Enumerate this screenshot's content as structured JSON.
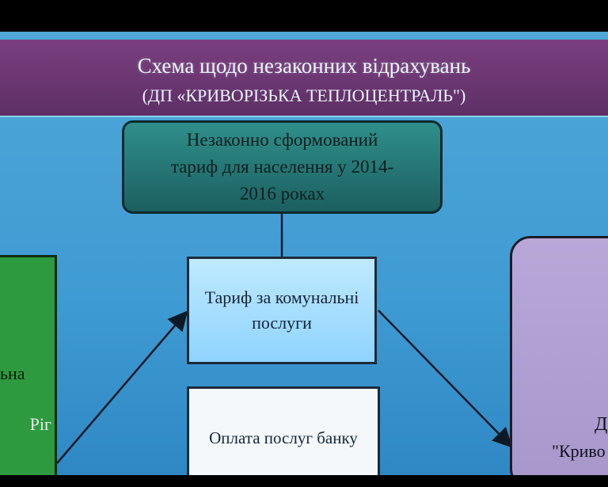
{
  "header": {
    "title": "Схема щодо незаконних відрахувань",
    "subtitle": "(ДП «КРИВОРІЗЬКА ТЕПЛОЦЕНТРАЛЬ\")"
  },
  "nodes": {
    "tariff": {
      "line1": "Незаконно сформований",
      "line2": "тариф для населення у 2014-",
      "line3": "2016 роках"
    },
    "services": {
      "line1": "Тариф за комунальні",
      "line2": "послуги"
    },
    "bank": {
      "label": "Оплата послуг банку"
    },
    "left_partial": {
      "line1": "ьна",
      "line2": "Ріг"
    },
    "right_partial": {
      "line1": "Д",
      "line2": "\"Криво"
    }
  },
  "colors": {
    "slide_background": "#3f9bd3",
    "header_background": "#5e2f66",
    "tariff_fill": "#1c5f60",
    "services_fill": "#8fd3ff",
    "left_fill": "#2e9a3f",
    "right_fill": "#a797cb"
  }
}
